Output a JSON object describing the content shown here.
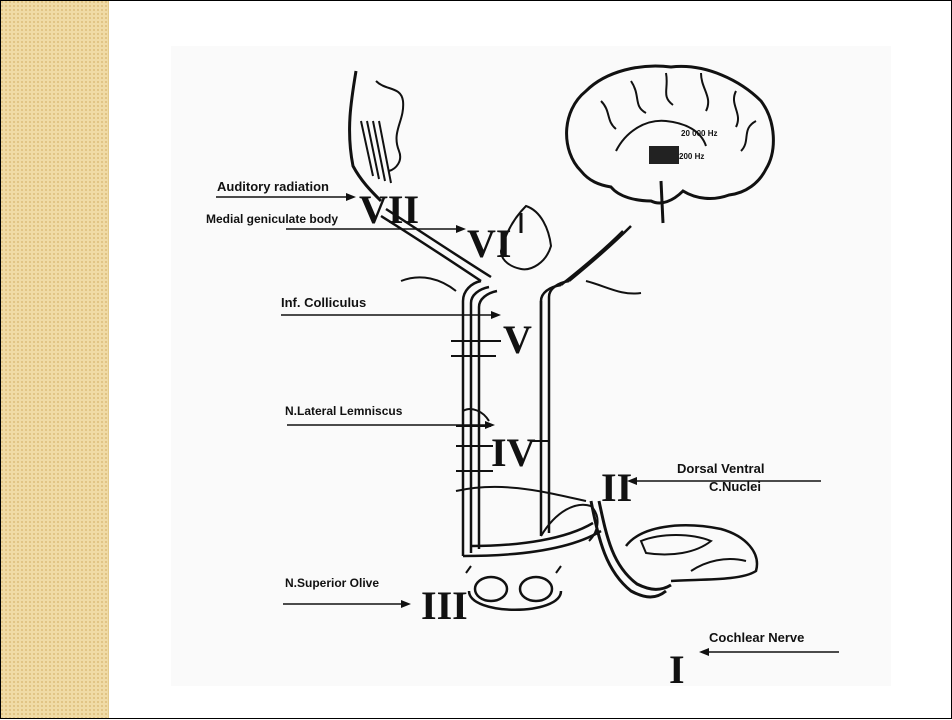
{
  "labels": {
    "auditory_radiation": "Auditory radiation",
    "medial_geniculate_body": "Medial geniculate body",
    "inf_colliculus": "Inf. Colliculus",
    "n_lateral_lemniscus": "N.Lateral Lemniscus",
    "dorsal_ventral": "Dorsal Ventral",
    "c_nuclei": "C.Nuclei",
    "n_superior_olive": "N.Superior Olive",
    "cochlear_nerve": "Cochlear Nerve"
  },
  "roman": {
    "i": "I",
    "ii": "II",
    "iii": "III",
    "iv": "IV",
    "v": "V",
    "vi": "VI",
    "vii": "VII"
  }
}
